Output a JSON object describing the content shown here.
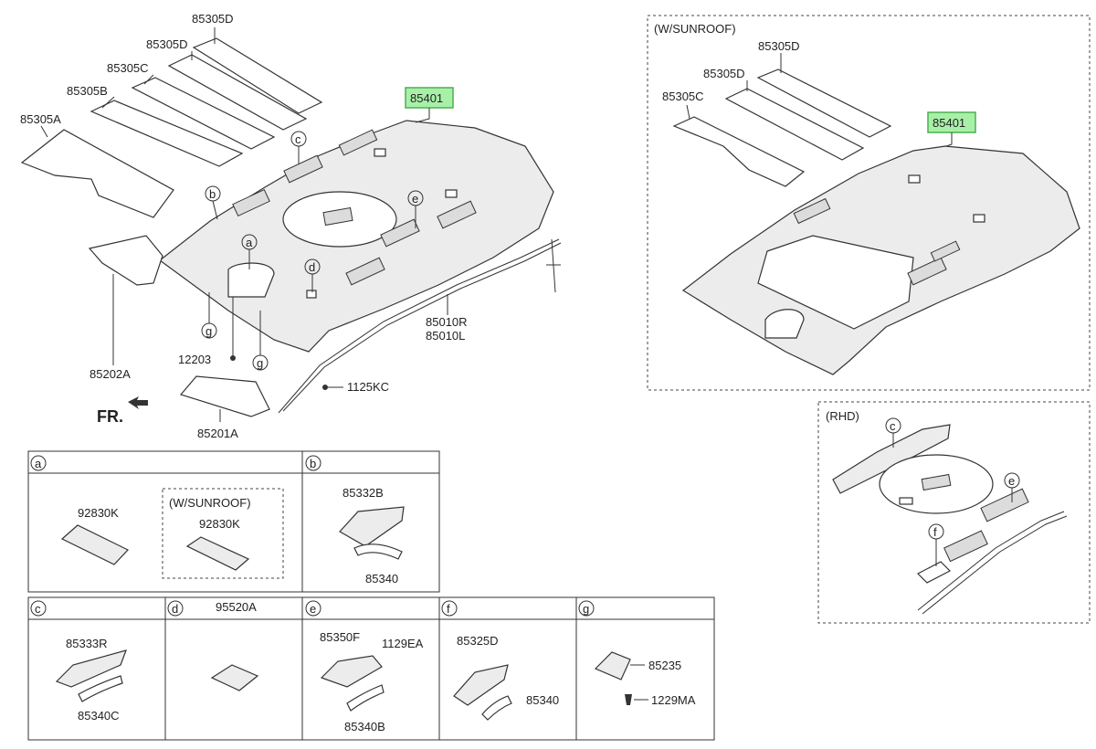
{
  "colors": {
    "highlight_fill": "#a8f0a8",
    "highlight_border": "#4caf50",
    "line": "#333333"
  },
  "main": {
    "pads": [
      "85305D",
      "85305D",
      "85305C",
      "85305B",
      "85305A"
    ],
    "headliner_part": "85401",
    "side_trim_1": "85010R",
    "side_trim_2": "85010L",
    "clip_left": "12203",
    "clip_right": "1125KC",
    "sunvisor_rear": "85202A",
    "sunvisor_front": "85201A",
    "fr_label": "FR.",
    "callouts": [
      "a",
      "b",
      "c",
      "d",
      "e",
      "g",
      "g"
    ]
  },
  "sunroof": {
    "title": "(W/SUNROOF)",
    "pads": [
      "85305D",
      "85305D",
      "85305C"
    ],
    "headliner_part": "85401"
  },
  "rhd": {
    "title": "(RHD)",
    "callouts": [
      "c",
      "e",
      "f"
    ]
  },
  "table": {
    "cells": {
      "a": {
        "letter": "a",
        "part": "92830K",
        "sub_title": "(W/SUNROOF)",
        "sub_part": "92830K"
      },
      "b": {
        "letter": "b",
        "part1": "85332B",
        "part2": "85340"
      },
      "c": {
        "letter": "c",
        "part1": "85333R",
        "part2": "85340C"
      },
      "d": {
        "letter": "d",
        "part1": "95520A"
      },
      "e": {
        "letter": "e",
        "part1": "85350F",
        "part2": "1129EA",
        "part3": "85340B"
      },
      "f": {
        "letter": "f",
        "part1": "85325D",
        "part2": "85340"
      },
      "g": {
        "letter": "g",
        "part1": "85235",
        "part2": "1229MA"
      }
    }
  }
}
